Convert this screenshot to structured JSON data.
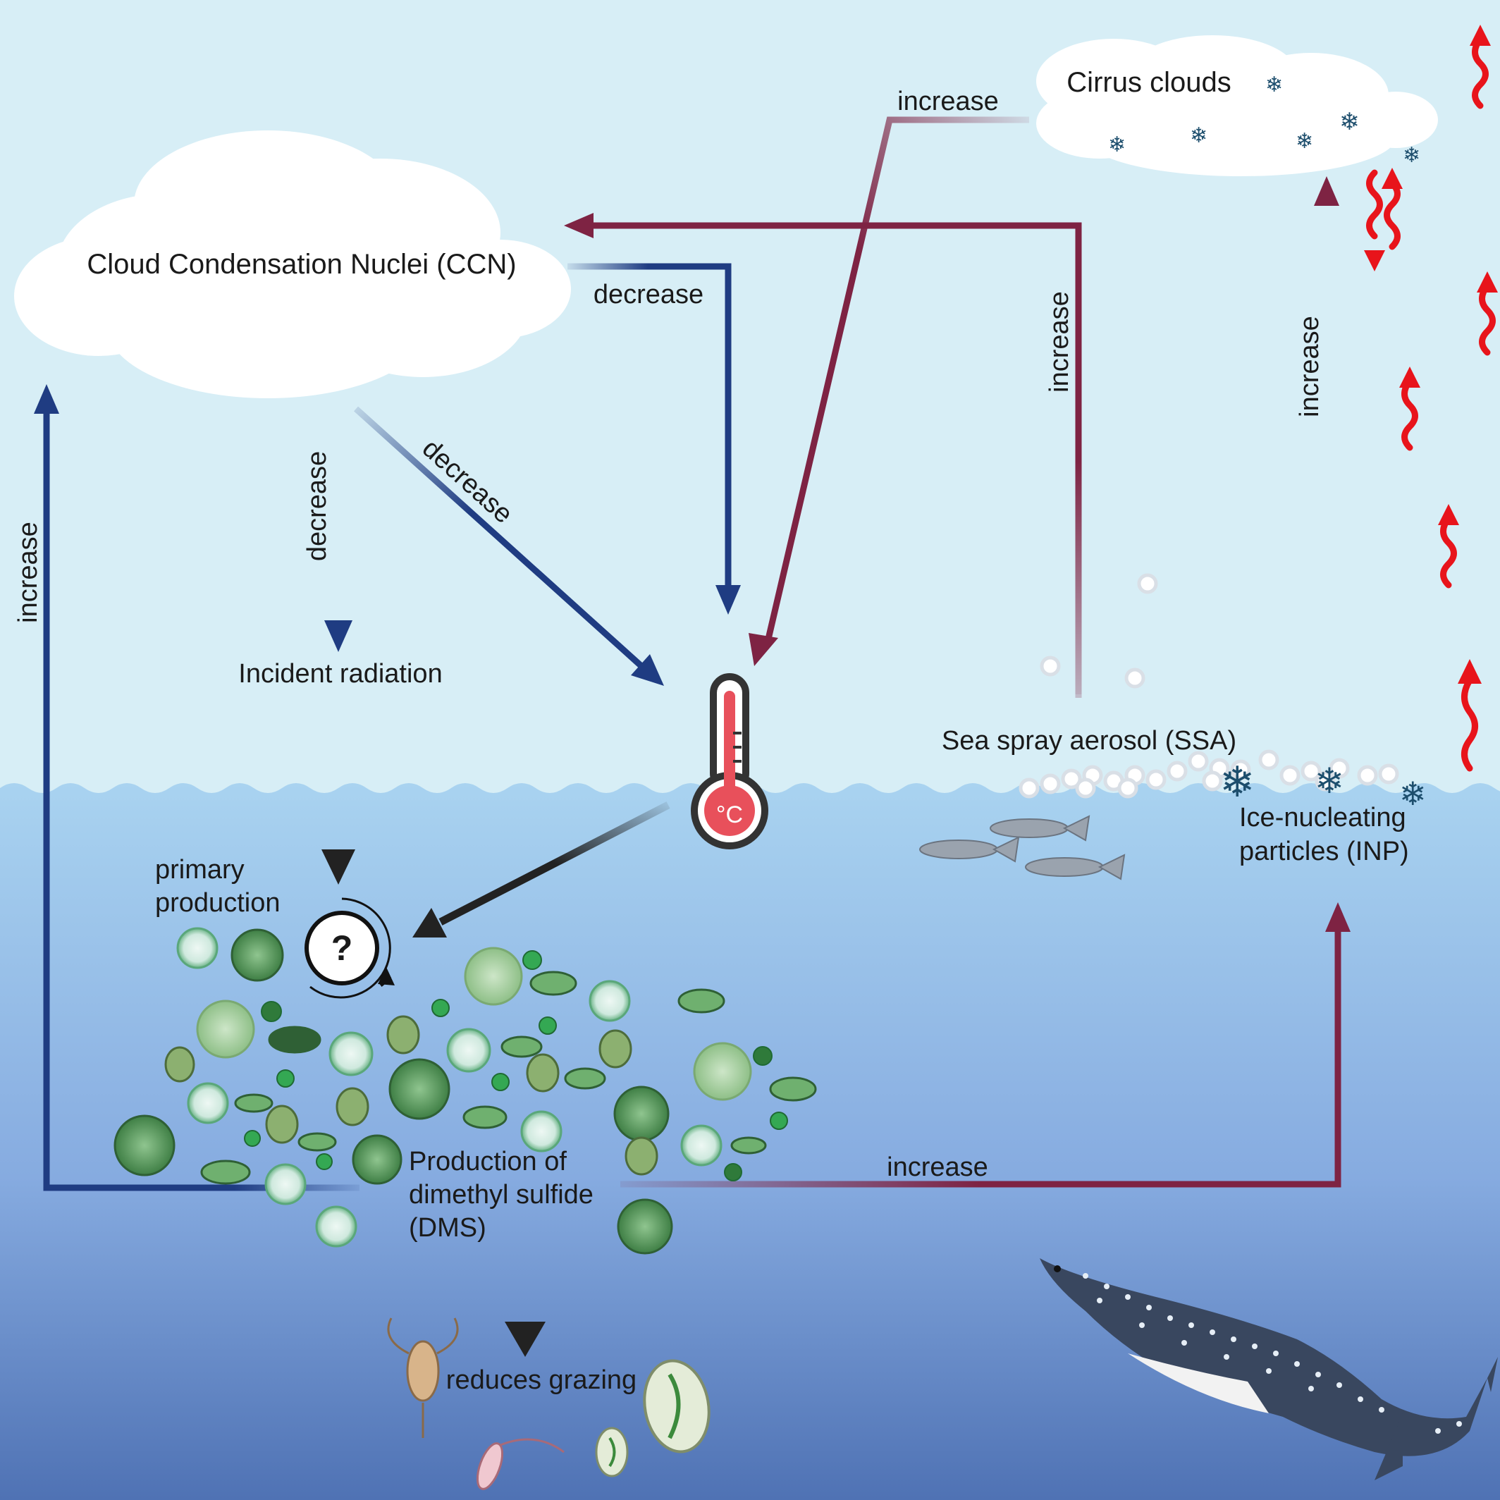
{
  "labels": {
    "ccn": "Cloud Condensation Nuclei (CCN)",
    "cirrus": "Cirrus clouds",
    "incident_radiation": "Incident radiation",
    "ssa": "Sea spray aerosol (SSA)",
    "inp_line1": "Ice-nucleating",
    "inp_line2": "particles (INP)",
    "primary_line1": "primary",
    "primary_line2": "production",
    "dms_line1": "Production of",
    "dms_line2": "dimethyl sulfide",
    "dms_line3": "(DMS)",
    "grazing": "reduces grazing",
    "question": "?",
    "thermo_unit": "°C"
  },
  "edge_labels": {
    "cirrus_to_temp": "increase",
    "ccn_to_temp_right": "decrease",
    "ssa_to_ccn": "increase",
    "inp_to_cirrus": "increase",
    "ccn_to_radiation": "decrease",
    "ccn_to_temp_diag": "decrease",
    "dms_to_ccn": "increase",
    "dms_to_inp": "increase"
  },
  "colors": {
    "sky": "#d7eef6",
    "ocean_top": "#a9d3f0",
    "ocean_bottom": "#4f72b4",
    "decrease_arrow": "#1f3c82",
    "increase_arrow": "#7e2343",
    "causal_arrow": "#222222",
    "heat_wave": "#e8141b",
    "thermometer": "#e8505b"
  }
}
